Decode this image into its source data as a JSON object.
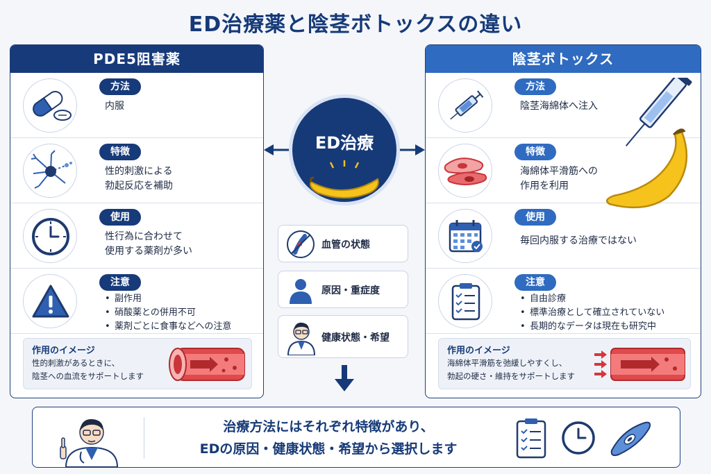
{
  "title": "ED治療薬と陰茎ボトックスの違い",
  "center": {
    "label": "ED治療",
    "factors": [
      {
        "label": "血管の状態",
        "icon": "blood-vessel-icon"
      },
      {
        "label": "原因・重症度",
        "icon": "person-icon"
      },
      {
        "label": "健康状態・希望",
        "icon": "doctor-icon"
      }
    ]
  },
  "left": {
    "header": "PDE5阻害薬",
    "method": {
      "badge": "方法",
      "text": "内服",
      "icon": "pill-icon"
    },
    "feature": {
      "badge": "特徴",
      "lines": [
        "性的刺激による",
        "勃起反応を補助"
      ],
      "icon": "neuron-icon"
    },
    "usage": {
      "badge": "使用",
      "lines": [
        "性行為に合わせて",
        "使用する薬剤が多い"
      ],
      "icon": "clock-icon"
    },
    "caution": {
      "badge": "注意",
      "items": [
        "副作用",
        "硝酸薬との併用不可",
        "薬剤ごとに食事などへの注意"
      ],
      "icon": "warning-icon"
    },
    "image": {
      "title": "作用のイメージ",
      "lines": [
        "性的刺激があるときに、",
        "陰茎への血流をサポートします"
      ],
      "icon": "blood-vessel-flow-icon"
    }
  },
  "right": {
    "header": "陰茎ボトックス",
    "method": {
      "badge": "方法",
      "text": "陰茎海綿体へ注入",
      "icon": "syringe-icon"
    },
    "feature": {
      "badge": "特徴",
      "lines": [
        "海綿体平滑筋への",
        "作用を利用"
      ],
      "icon": "smooth-muscle-icon"
    },
    "usage": {
      "badge": "使用",
      "text": "毎回内服する治療ではない",
      "icon": "calendar-icon"
    },
    "caution": {
      "badge": "注意",
      "items": [
        "自由診療",
        "標準治療として確立されていない",
        "長期的なデータは現在も研究中"
      ],
      "icon": "clipboard-icon"
    },
    "image": {
      "title": "作用のイメージ",
      "lines": [
        "海綿体平滑筋を弛緩しやすくし、",
        "勃起の硬さ・維持をサポートします"
      ],
      "icon": "blood-vessel-flow-icon"
    }
  },
  "bottom": {
    "lines": [
      "治療方法にはそれぞれ特徴があり、",
      "EDの原因・健康状態・希望から選択します"
    ]
  },
  "colors": {
    "navy": "#163a78",
    "blue": "#2f6bc0",
    "accent": "#d6363a",
    "banana": "#f6c21c"
  }
}
